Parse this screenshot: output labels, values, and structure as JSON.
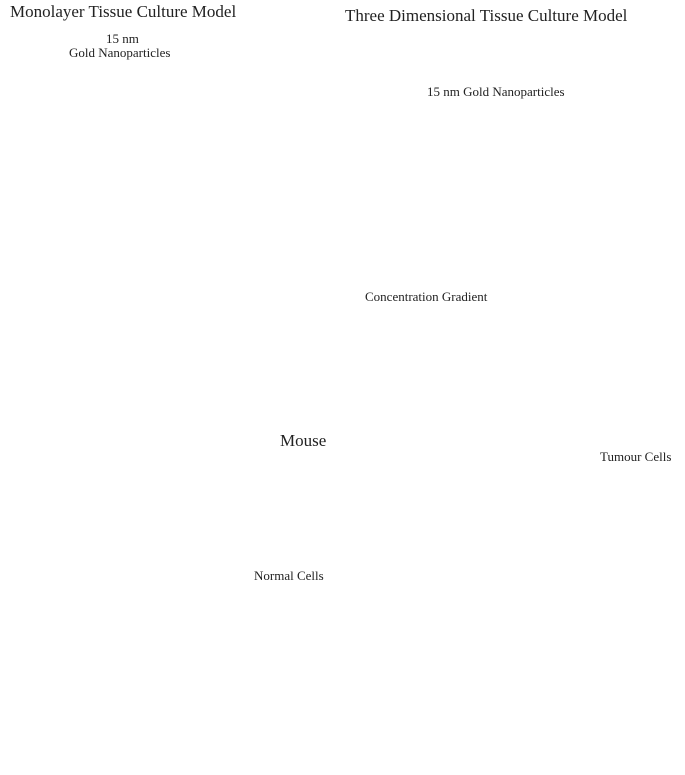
{
  "panels": {
    "monolayer": {
      "title": "Monolayer Tissue Culture Model",
      "nanoparticle_label_line1": "15 nm",
      "nanoparticle_label_line2": "Gold Nanoparticles"
    },
    "three_d": {
      "title": "Three Dimensional Tissue Culture Model",
      "nanoparticle_label": "15 nm Gold Nanoparticles",
      "gradient_label": "Concentration Gradient"
    },
    "mouse": {
      "title": "Mouse",
      "normal_label": "Normal Cells",
      "tumour_label": "Tumour Cells"
    }
  },
  "colors": {
    "cell_fill": "#eef5e4",
    "cell_outline": "#6aa86a",
    "nucleus": "#2e8fa8",
    "gold_dark": "#e8892a",
    "gold_light": "#f5c48a",
    "tumour_green": "#5fa060",
    "vessel_red": "#c8402a",
    "gradient_pink": "#f3b8b0"
  }
}
